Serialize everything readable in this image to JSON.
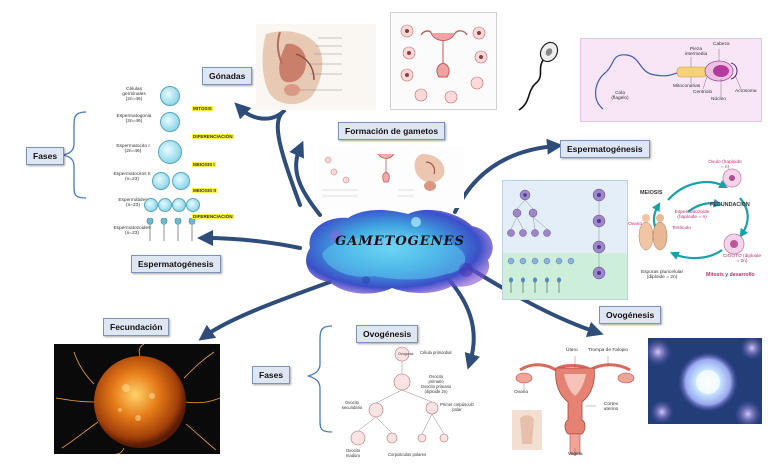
{
  "center_title": "GAMETOGENES",
  "labels": {
    "gonadas": "Gónadas",
    "formacion": "Formación de gametos",
    "esperm_right": "Espermatogénesis",
    "esperm_left": "Espermatogénesis",
    "fases_left": "Fases",
    "fecundacion": "Fecundación",
    "ovogenesis_center": "Ovogénesis",
    "fases_bottom": "Fases",
    "ovogenesis_right": "Ovogénesis"
  },
  "spermatogenesis_steps": {
    "celulas": "Células germinales (2n=46)",
    "espermatogonia": "Espermatogonia (2n=46)",
    "espermatocito1": "Espermatocito I (2n=46)",
    "espermatocito2": "Espermatocitos II (n=23)",
    "espermatides": "Espermátides (n=23)",
    "espermatozoides": "Espermatozoides (n=23)",
    "mitosis": "MITOSIS",
    "diferenciacion": "DIFERENCIACIÓN",
    "meiosis1": "MEIOSIS I",
    "meiosis2": "MEIOSIS II",
    "diferenciacion2": "DIFERENCIACIÓN"
  },
  "sperm_anatomy": {
    "pieza": "Pieza intermedia",
    "cabeza": "Cabeza",
    "cola": "Cola (flagelo)",
    "mitocondrias": "Mitocondrias",
    "centriolo": "Centriolo",
    "nucleo": "Núcleo",
    "acrosoma": "Acrosoma"
  },
  "cycle": {
    "ovulo": "Óvulo (haploide = n)",
    "meiosis": "MEIOSIS",
    "fecundacion": "FECUNDACION",
    "espermatozoide": "Espermatozoide (haploide = n)",
    "ovario": "Ovario",
    "testiculo": "Testículo",
    "cigoto": "CIGOTO (diploide = 2n)",
    "mitosis": "Mitosis y desarrollo",
    "esporas": "Esporas pluricelular (diploide = 2n)"
  },
  "uterus": {
    "utero": "Útero",
    "trompa": "Trompa de Falopio",
    "ovario": "Ovario",
    "cortex": "Cortex uterino",
    "vagina": "Vagina"
  },
  "oogenesis_tree": {
    "ovogonia": "Ovogonia",
    "c1": "Célula primordial",
    "c2": "Ovocito primario",
    "c3": "Ovocito primario (diploide 2n)",
    "c4": "Ovocito secundario",
    "c5": "Primer corpúsculo polar",
    "c6": "Ovocito maduro",
    "c7": "Corpúsculos polares"
  }
}
